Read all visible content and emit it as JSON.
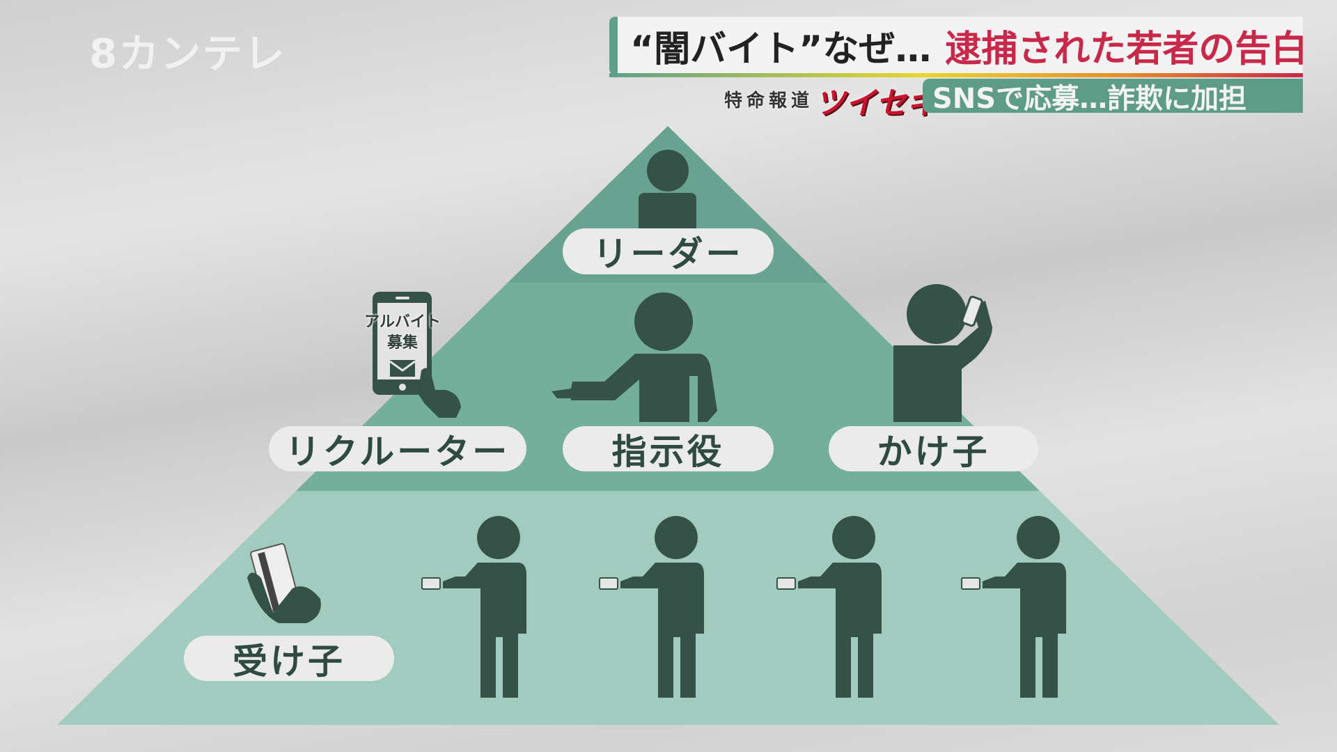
{
  "logo": {
    "text": "8カンテレ"
  },
  "headline": {
    "part1": "“闇バイト”なぜ…",
    "part2": "逮捕された若者の告白",
    "accent_color": "#c8284a"
  },
  "program": {
    "label": "特命報道",
    "name": "ツイセキ"
  },
  "subtitle": "SNSで応募…詐欺に加担",
  "pyramid": {
    "tiers": [
      {
        "roles": [
          "リーダー"
        ]
      },
      {
        "roles": [
          "リクルーター",
          "指示役",
          "かけ子"
        ]
      },
      {
        "roles": [
          "受け子"
        ]
      }
    ],
    "phone_text": {
      "line1": "アルバイト",
      "line2": "募集"
    },
    "colors": {
      "top": "#68a290",
      "middle": "#74af9c",
      "bottom": "#a2cbbf",
      "figure": "#365248"
    }
  }
}
